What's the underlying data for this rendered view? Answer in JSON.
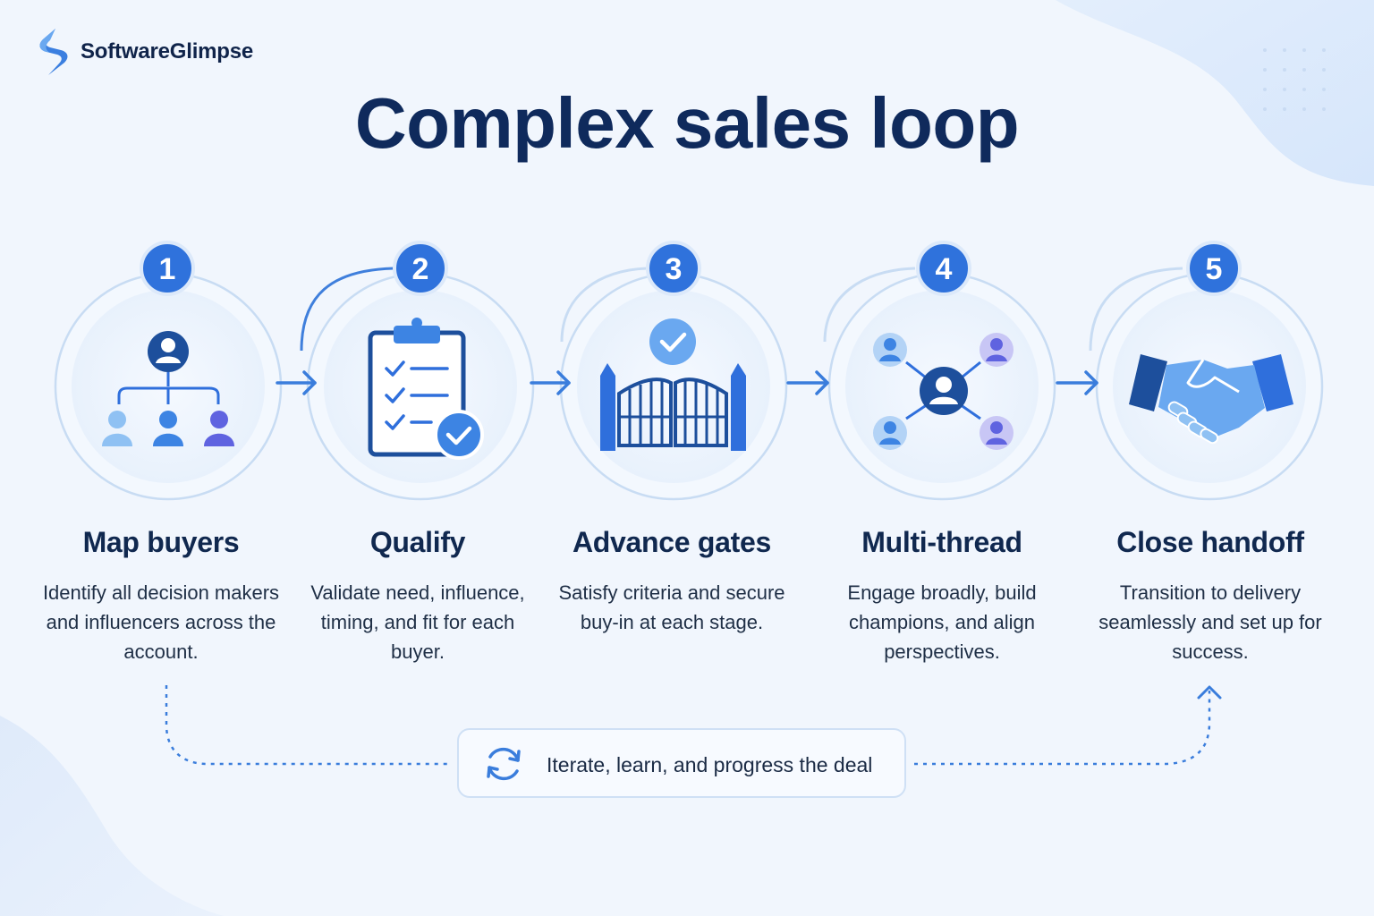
{
  "brand": {
    "name": "SoftwareGlimpse",
    "colors": {
      "primary": "#2f6fdc",
      "dark": "#0f2a5c",
      "light": "#eaf2fc"
    }
  },
  "title": "Complex sales loop",
  "steps": [
    {
      "number": "1",
      "title": "Map buyers",
      "description": "Identify all decision makers and influencers across the account.",
      "icon": "org-chart-icon"
    },
    {
      "number": "2",
      "title": "Qualify",
      "description": "Validate need, influence, timing, and fit for each buyer.",
      "icon": "clipboard-check-icon"
    },
    {
      "number": "3",
      "title": "Advance gates",
      "description": "Satisfy criteria and secure buy-in at each stage.",
      "icon": "gate-icon"
    },
    {
      "number": "4",
      "title": "Multi-thread",
      "description": "Engage broadly, build champions, and align perspectives.",
      "icon": "network-icon"
    },
    {
      "number": "5",
      "title": "Close handoff",
      "description": "Transition to delivery seamlessly and set up for success.",
      "icon": "handshake-icon"
    }
  ],
  "loop": {
    "label": "Iterate, learn, and progress the deal",
    "icon": "refresh-icon"
  }
}
